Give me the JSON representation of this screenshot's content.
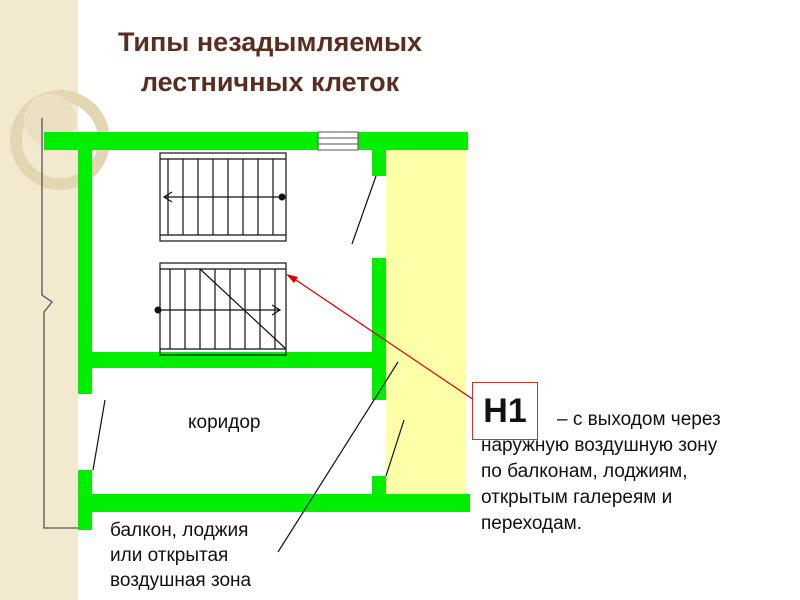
{
  "title": {
    "line1": "Типы незадымляемых",
    "line2": "лестничных клеток"
  },
  "labels": {
    "corridor": "коридор",
    "balcony_line1": "балкон, лоджия",
    "balcony_line2": "или открытая",
    "balcony_line3": "воздушная зона"
  },
  "type_box": {
    "label": "Н1"
  },
  "description": {
    "line1": "– с выходом через",
    "line2": "наружную воздушную зону",
    "line3": "по балконам, лоджиям,",
    "line4": "открытым галереям и",
    "line5": "переходам."
  },
  "colors": {
    "wall": "#00ee00",
    "air_zone": "#ffffa8",
    "pointer": "#d40000",
    "title": "#5a2e1f",
    "background_band": "#f3e9cf"
  }
}
